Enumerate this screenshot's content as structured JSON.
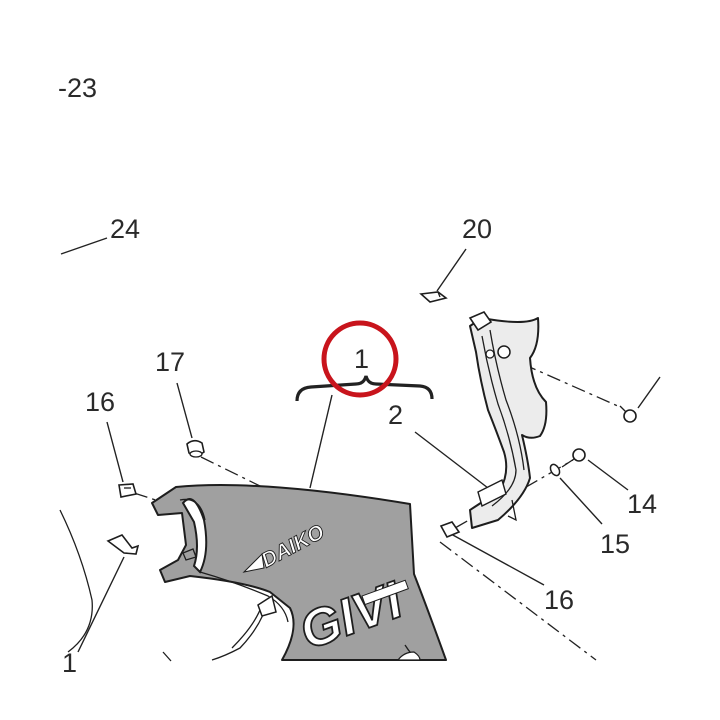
{
  "callouts": {
    "c23": "-23",
    "c24": "24",
    "c20": "20",
    "c17": "17",
    "c1": "1",
    "c16a": "16",
    "c2": "2",
    "c14": "14",
    "c15": "15",
    "c16b": "16",
    "c1b": "1"
  },
  "logos": {
    "daiko": "DAIKO",
    "givi": "GIVI"
  },
  "colors": {
    "fairing": "#a0a0a0",
    "bracket": "#ececec",
    "highlight_ring": "#c8141c",
    "ink": "#222222"
  }
}
